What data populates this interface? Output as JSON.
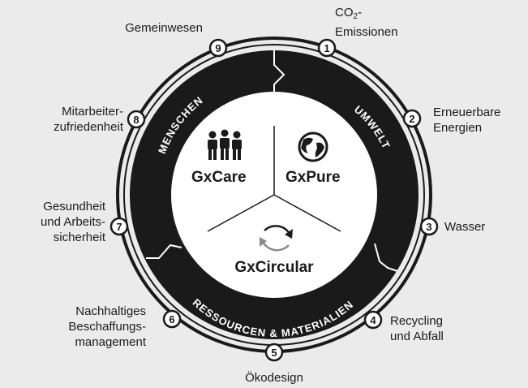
{
  "colors": {
    "background": "#ebebeb",
    "ring": "#1a1a1a",
    "inner": "#ffffff",
    "accent_gray": "#8a8a8a"
  },
  "steps": [
    {
      "num": "1",
      "lines": [
        "CO",
        "2",
        "-",
        "Emissionen"
      ]
    },
    {
      "num": "2",
      "lines": [
        "Erneuerbare",
        "Energien"
      ]
    },
    {
      "num": "3",
      "lines": [
        "Wasser"
      ]
    },
    {
      "num": "4",
      "lines": [
        "Recycling",
        "und Abfall"
      ]
    },
    {
      "num": "5",
      "lines": [
        "Ökodesign"
      ]
    },
    {
      "num": "6",
      "lines": [
        "Nachhaltiges",
        "Beschaffungs-",
        "management"
      ]
    },
    {
      "num": "7",
      "lines": [
        "Gesundheit",
        "und Arbeits-",
        "sicherheit"
      ]
    },
    {
      "num": "8",
      "lines": [
        "Mitarbeiter-",
        "zufriedenheit"
      ]
    },
    {
      "num": "9",
      "lines": [
        "Gemeinwesen"
      ]
    }
  ],
  "pillars": {
    "care": {
      "name": "GxCare",
      "icon": "people-icon"
    },
    "pure": {
      "name": "GxPure",
      "icon": "globe-icon"
    },
    "circular": {
      "name": "GxCircular",
      "icon": "recycle-arrows-icon"
    }
  },
  "ring_labels": {
    "menschen": "MENSCHEN",
    "umwelt": "UMWELT",
    "ressourcen": "RESSOURCEN & MATERIALIEN"
  }
}
